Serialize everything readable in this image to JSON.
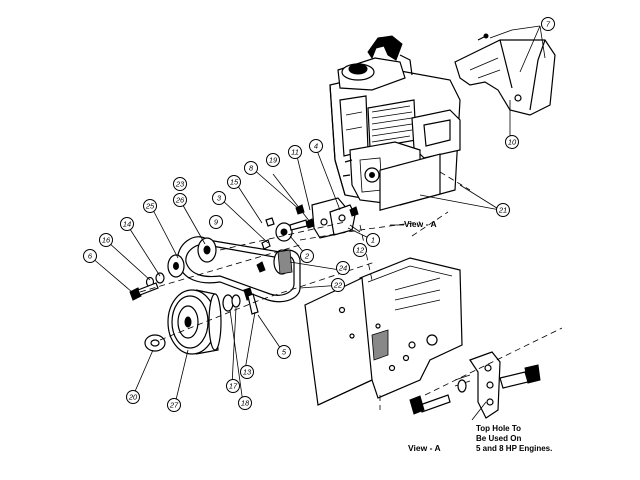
{
  "callouts": [
    "1",
    "2",
    "3",
    "4",
    "5",
    "6",
    "7",
    "8",
    "9",
    "10",
    "11",
    "12",
    "13",
    "14",
    "15",
    "16",
    "17",
    "18",
    "19",
    "20",
    "21",
    "22",
    "23",
    "24",
    "25",
    "26",
    "27"
  ],
  "labels": {
    "view_a_top": "View - A",
    "view_a_bottom": "View - A",
    "note_line1": "Top Hole To",
    "note_line2": "Be Used On",
    "note_line3": "5 and 8 HP Engines."
  }
}
